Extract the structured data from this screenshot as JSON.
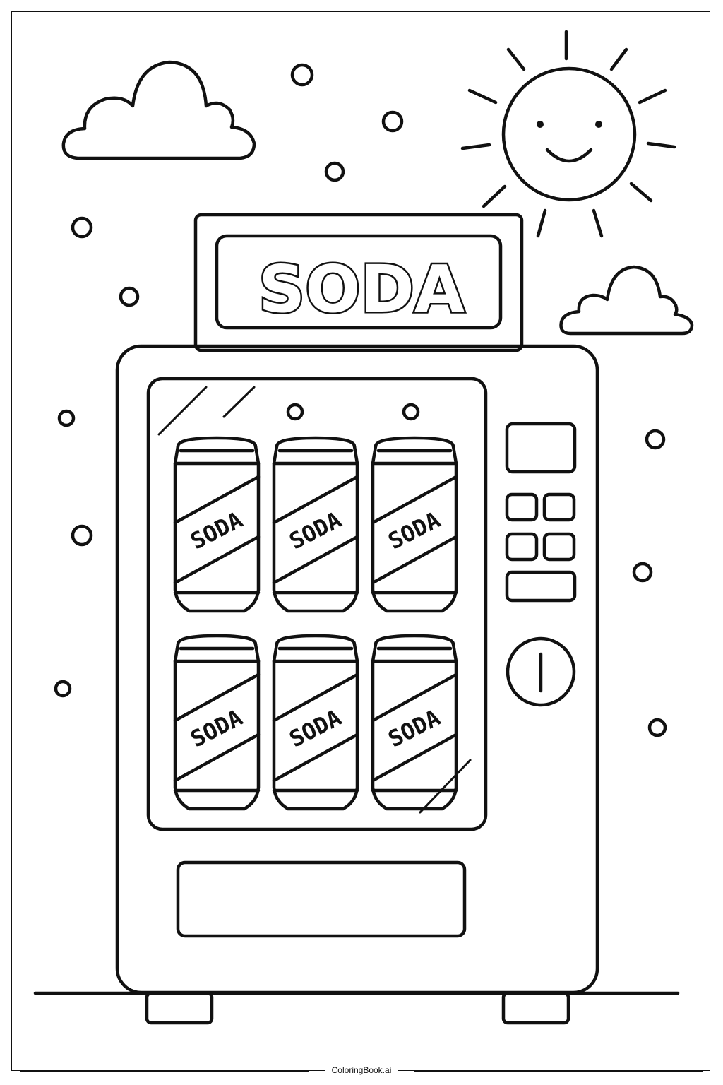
{
  "sign": {
    "label": "SODA"
  },
  "cans": [
    {
      "label": "SODA"
    },
    {
      "label": "SODA"
    },
    {
      "label": "SODA"
    },
    {
      "label": "SODA"
    },
    {
      "label": "SODA"
    },
    {
      "label": "SODA"
    }
  ],
  "footer": {
    "credit": "ColoringBook.ai"
  },
  "icons": [
    "sun-icon",
    "cloud-icon",
    "cloud-icon",
    "coin-slot-icon"
  ]
}
